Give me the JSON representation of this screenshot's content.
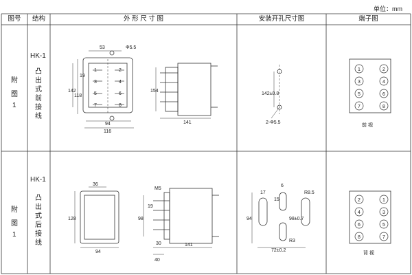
{
  "unit_label": "单位：mm",
  "headers": {
    "fig_no": "图号",
    "structure": "结构",
    "outline": "外 形 尺 寸 图",
    "mounting": "安装开孔尺寸图",
    "terminal": "端子图"
  },
  "rows": [
    {
      "fig_no": [
        "附",
        "图",
        "1"
      ],
      "model": "HK-1",
      "structure_text": "凸出式前接线",
      "outline": {
        "dim_53": "53",
        "dim_phi55": "Φ5.5",
        "dim_142": "142",
        "dim_118": "118",
        "dim_19": "19",
        "dim_154": "154",
        "dim_94": "94",
        "dim_116": "116",
        "dim_141": "141",
        "pins": [
          "1",
          "2",
          "3",
          "4",
          "5",
          "6",
          "7",
          "8"
        ]
      },
      "mounting": {
        "dim_142": "142±0.8",
        "dim_hole": "2-Φ5.5"
      },
      "terminals": [
        "1",
        "2",
        "3",
        "4",
        "5",
        "6",
        "7",
        "8"
      ],
      "view_label": "前  视"
    },
    {
      "fig_no": [
        "附",
        "图",
        "1"
      ],
      "model": "HK-1",
      "structure_text": "凸出式后接线",
      "outline": {
        "dim_36": "36",
        "dim_128": "128",
        "dim_94": "94",
        "dim_m5": "M5",
        "dim_98": "98",
        "dim_19": "19",
        "dim_30": "30",
        "dim_141": "141",
        "dim_40": "40"
      },
      "mounting": {
        "dim_17": "17",
        "dim_6": "6",
        "dim_r85": "R8.5",
        "dim_15": "15",
        "dim_94": "94",
        "dim_98": "98±0.7",
        "dim_r3": "R3",
        "dim_72": "72±0.2"
      },
      "terminals": [
        "2",
        "1",
        "4",
        "3",
        "6",
        "5",
        "8",
        "7"
      ],
      "view_label": "背  视"
    }
  ]
}
